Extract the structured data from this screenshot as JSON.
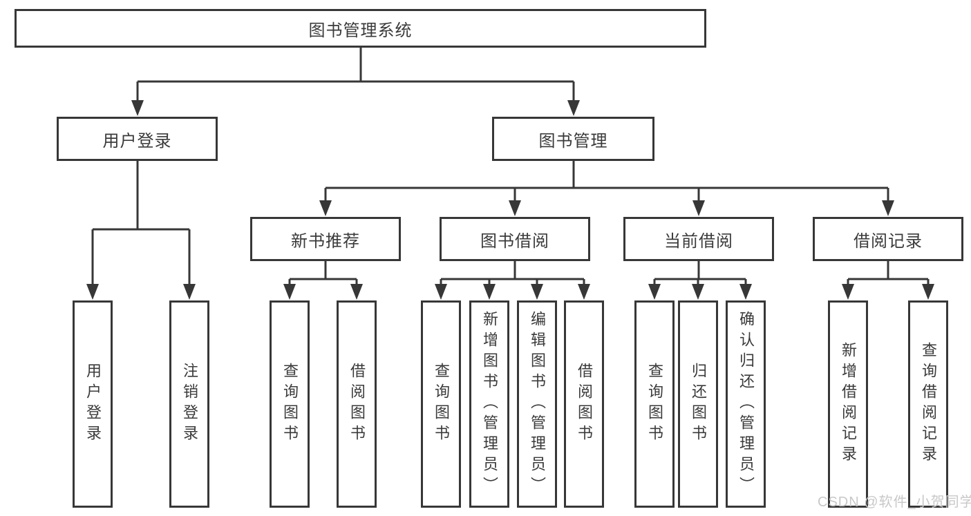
{
  "tree": {
    "root": "图书管理系统",
    "branches": [
      {
        "label": "用户登录",
        "children": [
          "用户登录",
          "注销登录"
        ]
      },
      {
        "label": "图书管理",
        "children": [
          {
            "label": "新书推荐",
            "children": [
              "查询图书",
              "借阅图书"
            ]
          },
          {
            "label": "图书借阅",
            "children": [
              "查询图书",
              "新增图书（管理员）",
              "编辑图书（管理员）",
              "借阅图书"
            ]
          },
          {
            "label": "当前借阅",
            "children": [
              "查询图书",
              "归还图书",
              "确认归还（管理员）"
            ]
          },
          {
            "label": "借阅记录",
            "children": [
              "新增借阅记录",
              "查询借阅记录"
            ]
          }
        ]
      }
    ]
  },
  "watermark": "CSDN @软件_小贺同学",
  "colors": {
    "line": "#373737",
    "text": "#3a3a3a",
    "watermark": "#c8c8c8",
    "background": "#ffffff"
  }
}
